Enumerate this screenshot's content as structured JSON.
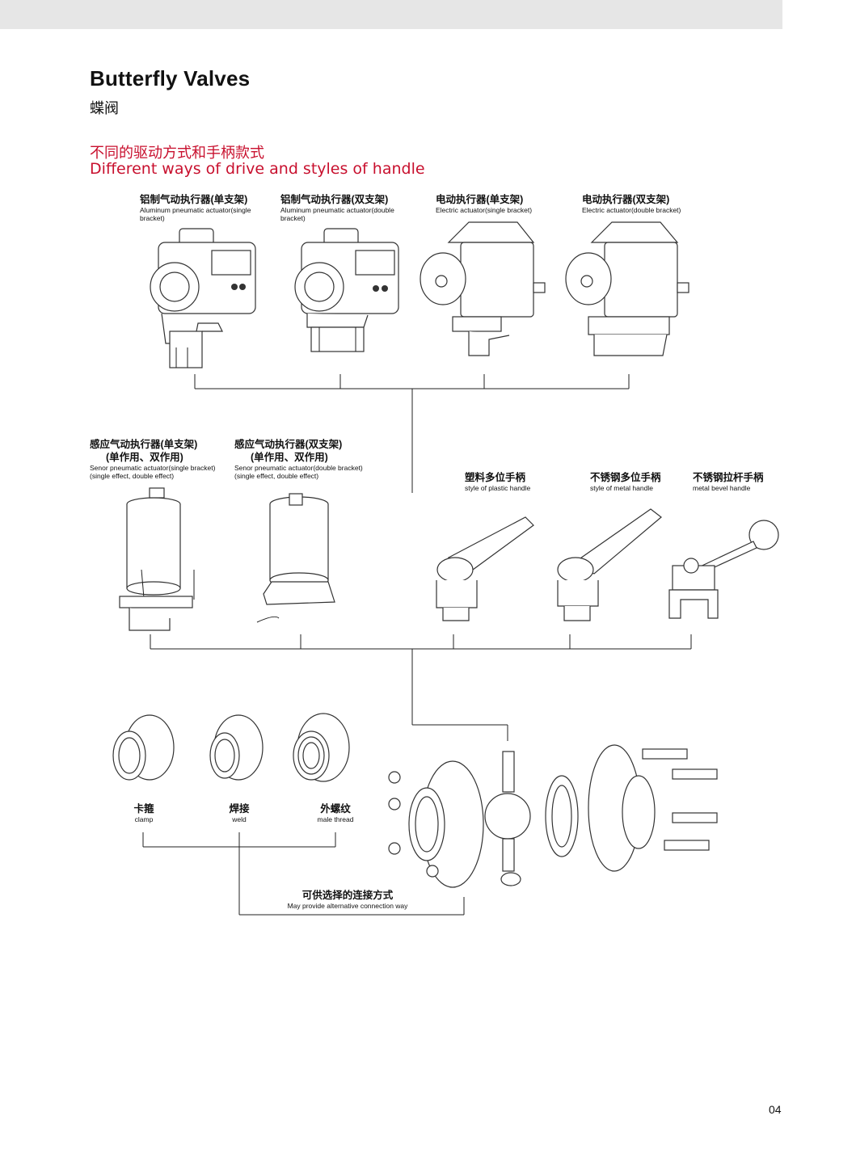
{
  "header": {
    "title": "Butterfly Valves",
    "subtitle_cn": "蝶阀"
  },
  "section": {
    "heading_cn": "不同的驱动方式和手柄款式",
    "heading_en": "Different ways of drive and styles of handle"
  },
  "actuators": [
    {
      "cn": "铝制气动执行器(单支架)",
      "en1": "Aluminum pneumatic actuator(single",
      "en2": "bracket)"
    },
    {
      "cn": "铝制气动执行器(双支架)",
      "en1": "Aluminum pneumatic actuator(double",
      "en2": "bracket)"
    },
    {
      "cn": "电动执行器(单支架)",
      "en1": "Electric actuator(single bracket)"
    },
    {
      "cn": "电动执行器(双支架)",
      "en1": "Electric actuator(double bracket)"
    }
  ],
  "sensor_actuators": [
    {
      "cn": "感应气动执行器(单支架)",
      "cn2": "(单作用、双作用)",
      "en1": "Senor pneumatic actuator(single bracket)",
      "en2": "(single effect, double effect)"
    },
    {
      "cn": "感应气动执行器(双支架)",
      "cn2": "(单作用、双作用)",
      "en1": "Senor pneumatic actuator(double bracket)",
      "en2": "(single effect, double effect)"
    }
  ],
  "handles": [
    {
      "cn": "塑料多位手柄",
      "en": "style of plastic handle"
    },
    {
      "cn": "不锈钢多位手柄",
      "en": "style of metal handle"
    },
    {
      "cn": "不锈钢拉杆手柄",
      "en": "metal bevel handle"
    }
  ],
  "connections": [
    {
      "cn": "卡箍",
      "en": "clamp"
    },
    {
      "cn": "焊接",
      "en": "weld"
    },
    {
      "cn": "外螺纹",
      "en": "male thread"
    }
  ],
  "connection_caption": {
    "cn": "可供选择的连接方式",
    "en": "May provide alternative connection way"
  },
  "page_number": "04"
}
